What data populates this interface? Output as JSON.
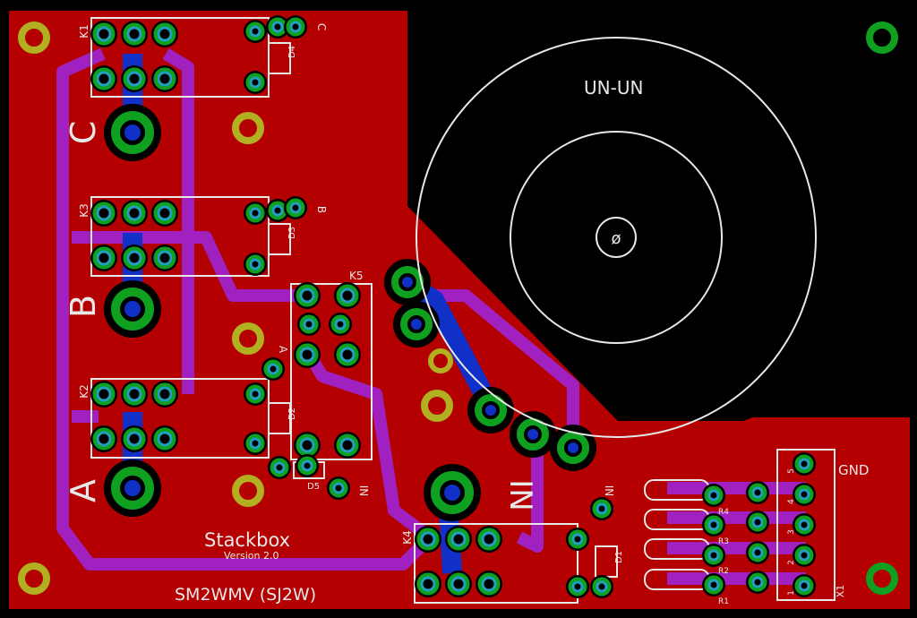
{
  "colors": {
    "background": "#000000",
    "board": "#b40000",
    "trace_top": "#a020c0",
    "trace_bottom": "#1030c8",
    "pad_ring": "#10a020",
    "pad_inner": "#20a0c0",
    "mount_hole": "#b0b020",
    "silkscreen": "#e8e8e8"
  },
  "labels": {
    "title": "Stackbox",
    "version": "Version 2.0",
    "author": "SM2WMV (SJ2W)",
    "toroid": "UN-UN",
    "port_c": "C",
    "port_b": "B",
    "port_a": "A",
    "input": "IN",
    "gnd": "GND"
  },
  "components": {
    "relays": [
      "K1",
      "K3",
      "K2",
      "K5",
      "K4"
    ],
    "diodes": [
      "D4",
      "D3",
      "D2",
      "D5",
      "D1"
    ],
    "resistors": [
      "R4",
      "R3",
      "R2",
      "R1"
    ],
    "connector": "X1",
    "connector_pins": [
      "5",
      "4",
      "3",
      "2",
      "1"
    ],
    "diode_marks": [
      "C",
      "B",
      "A",
      "IN",
      "IN"
    ]
  }
}
